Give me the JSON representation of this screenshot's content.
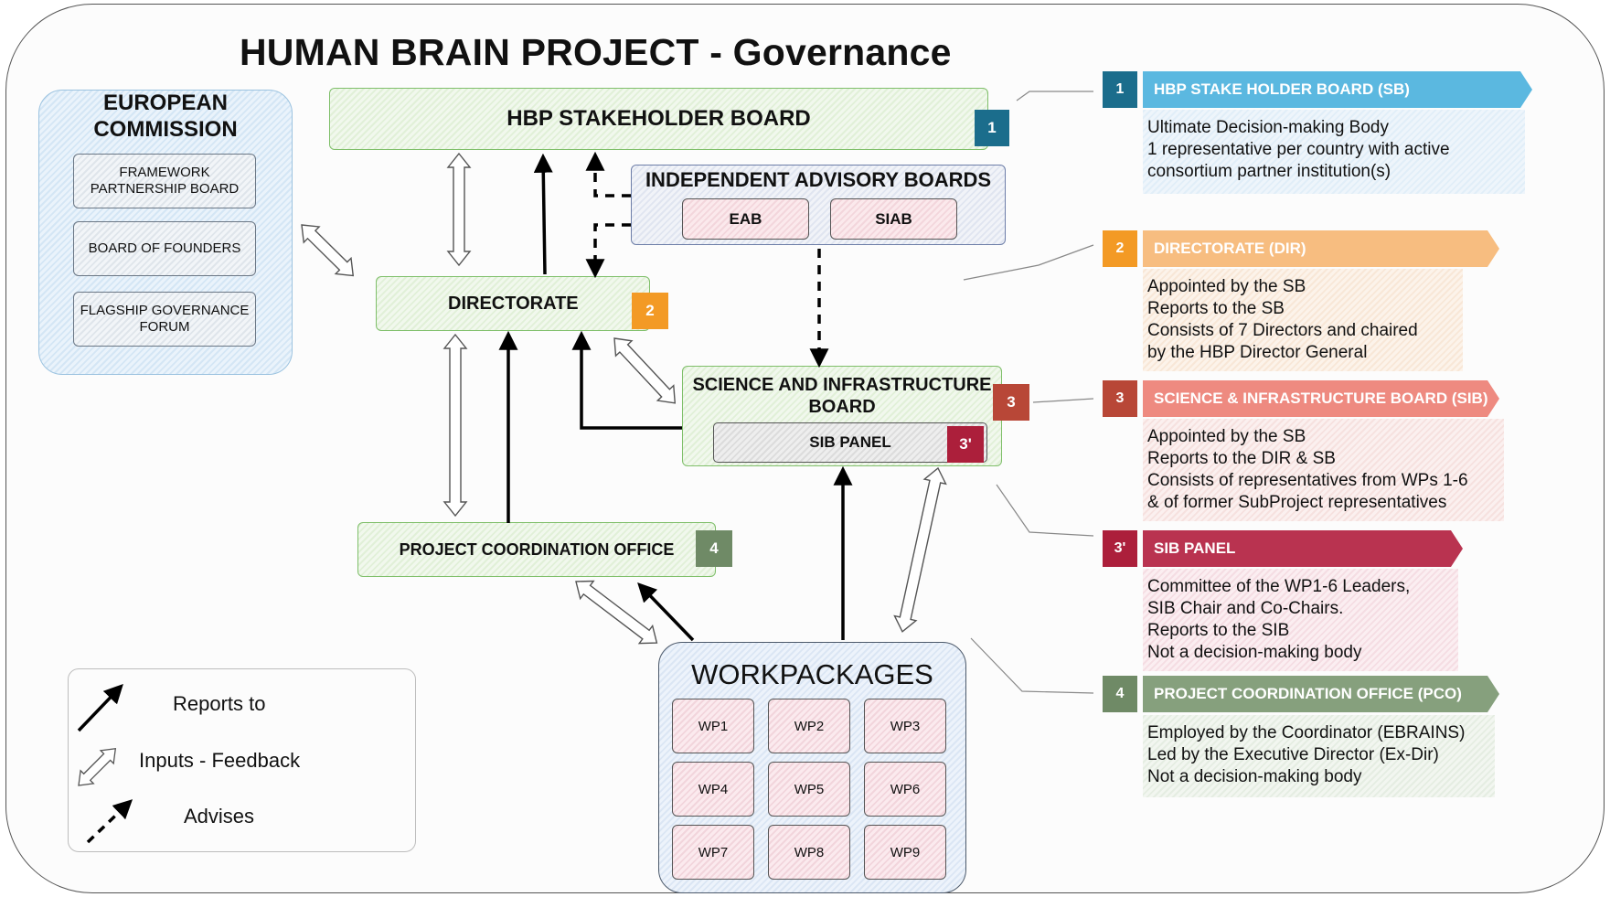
{
  "title": "HUMAN BRAIN PROJECT - Governance",
  "european_commission": {
    "title_line1": "EUROPEAN",
    "title_line2": "COMMISSION",
    "boxes": [
      {
        "line1": "FRAMEWORK",
        "line2": "PARTNERSHIP BOARD"
      },
      {
        "line1": "BOARD OF FOUNDERS",
        "line2": ""
      },
      {
        "line1": "FLAGSHIP GOVERNANCE",
        "line2": "FORUM"
      }
    ]
  },
  "stakeholder_board": {
    "label": "HBP STAKEHOLDER BOARD",
    "badge": "1"
  },
  "advisory_boards": {
    "label": "INDEPENDENT ADVISORY BOARDS",
    "eab": "EAB",
    "siab": "SIAB"
  },
  "directorate": {
    "label": "DIRECTORATE",
    "badge": "2"
  },
  "sib": {
    "line1": "SCIENCE AND INFRASTRUCTURE",
    "line2": "BOARD",
    "badge": "3",
    "panel_label": "SIB PANEL",
    "panel_badge": "3'"
  },
  "pco": {
    "label": "PROJECT COORDINATION OFFICE",
    "badge": "4"
  },
  "workpackages": {
    "title": "WORKPACKAGES",
    "items": [
      "WP1",
      "WP2",
      "WP3",
      "WP4",
      "WP5",
      "WP6",
      "WP7",
      "WP8",
      "WP9"
    ]
  },
  "legend": {
    "reports_to": "Reports to",
    "inputs_feedback": "Inputs - Feedback",
    "advises": "Advises"
  },
  "colors": {
    "sb": "#1b6d8c",
    "sb_banner": "#5bb8e0",
    "dir": "#f39a25",
    "dir_banner": "#f7bd80",
    "sib": "#b84737",
    "sib_banner": "#ee8a80",
    "sib_panel": "#ac1f3b",
    "sib_panel_banner": "#b93350",
    "pco": "#6f8a66",
    "pco_banner": "#86a07d"
  },
  "descriptions": [
    {
      "badge": "1",
      "title": "HBP STAKE HOLDER BOARD (SB)",
      "lines": [
        "Ultimate Decision-making Body",
        "1 representative per country with active",
        "consortium partner institution(s)"
      ]
    },
    {
      "badge": "2",
      "title": "DIRECTORATE (DIR)",
      "lines": [
        "Appointed by the SB",
        "Reports to the SB",
        "Consists of 7 Directors and chaired",
        "by the HBP Director General"
      ]
    },
    {
      "badge": "3",
      "title": "SCIENCE & INFRASTRUCTURE BOARD (SIB)",
      "lines": [
        "Appointed by the SB",
        "Reports to the DIR & SB",
        "Consists of representatives from WPs 1-6",
        "& of former SubProject representatives"
      ]
    },
    {
      "badge": "3'",
      "title": "SIB PANEL",
      "lines": [
        "Committee of the WP1-6 Leaders,",
        "SIB Chair and Co-Chairs.",
        "Reports to the SIB",
        "Not a decision-making body"
      ]
    },
    {
      "badge": "4",
      "title": "PROJECT COORDINATION OFFICE (PCO)",
      "lines": [
        "Employed by the Coordinator (EBRAINS)",
        "Led by the Executive Director (Ex-Dir)",
        "Not a decision-making body"
      ]
    }
  ]
}
